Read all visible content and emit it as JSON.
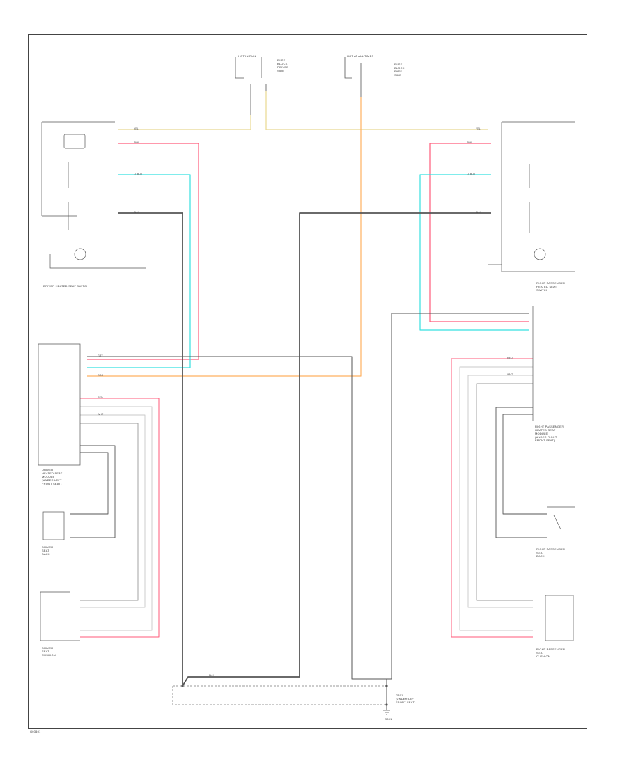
{
  "colors": {
    "frame": "#444444",
    "black_wire": "#555555",
    "red_wire": "#ff5a7a",
    "cyan_wire": "#35e0e0",
    "yellow_wire": "#e8d890",
    "orange_wire": "#ffb060",
    "gray_wire": "#9a9a9a",
    "light_gray_wire": "#c8c8c8"
  },
  "labels": {
    "fuse_left_title": "HOT IN RUN",
    "fuse_left_lines": "FUSE\nBLOCK\nDRIVER\nSIDE",
    "fuse_right_title": "HOT AT ALL TIMES",
    "fuse_right_lines": "FUSE\nBLOCK\nPASS\nSIDE",
    "driver_heated_seat_switch": "DRIVER HEATED SEAT SWITCH",
    "pass_heated_seat_switch": "RIGHT PASSENGER\nHEATED SEAT\nSWITCH",
    "driver_module": "DRIVER\nHEATED SEAT\nMODULE\n(UNDER LEFT\nFRONT SEAT)",
    "pass_module": "RIGHT PASSENGER\nHEATED SEAT\nMODULE\n(UNDER RIGHT\nFRONT SEAT)",
    "driver_seat_back": "DRIVER\nSEAT\nBACK",
    "driver_seat_cushion": "DRIVER\nSEAT\nCUSHION",
    "pass_seat_back": "RIGHT PASSENGER\nSEAT\nBACK",
    "pass_seat_cushion": "RIGHT PASSENGER\nSEAT\nCUSHION",
    "ground_junction": "G301\n(UNDER LEFT\nFRONT SEAT)",
    "ground_ref": "G301",
    "figure_id": "G03401"
  },
  "wire_codes": {
    "yel": "YEL",
    "pnk": "PNK",
    "ltblu": "LT BLU",
    "blk": "BLK",
    "org": "ORG",
    "gry": "GRY",
    "red": "RED",
    "wht": "WHT"
  }
}
